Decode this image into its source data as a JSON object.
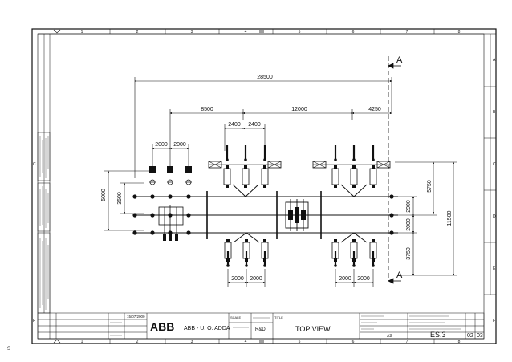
{
  "frame": {
    "columns": [
      "1",
      "2",
      "3",
      "4",
      "5",
      "6",
      "7",
      "8"
    ],
    "rows": [
      "A",
      "B",
      "C",
      "D",
      "E",
      "F"
    ]
  },
  "dimensions": {
    "overall": "28500",
    "span_left": "8500",
    "span_mid": "12000",
    "span_right": "4250",
    "bay_a": "2400",
    "bay_b": "2400",
    "left_pitch_a": "2000",
    "left_pitch_b": "2000",
    "left_height_outer": "5000",
    "left_height_inner": "3500",
    "right_height_upper": "5750",
    "right_height_outer": "11500",
    "right_height_mid_a": "2000",
    "right_height_mid_b": "2000",
    "right_height_lower": "3750",
    "bottom_left_a": "2000",
    "bottom_left_b": "2000",
    "bottom_right_a": "2000",
    "bottom_right_b": "2000"
  },
  "section_marks": {
    "top": "A",
    "bottom": "A"
  },
  "title_block": {
    "date": "15/07/2000",
    "logo": "ABB",
    "company": "ABB - U. O. ADDA",
    "scale_label": "SCALE",
    "dept": "R&D",
    "title_label": "TITLE",
    "title": "TOP VIEW",
    "format": "A3",
    "drawing_no": "ES.3",
    "sheet": "02",
    "sheets": "03"
  },
  "page_marker": "S"
}
